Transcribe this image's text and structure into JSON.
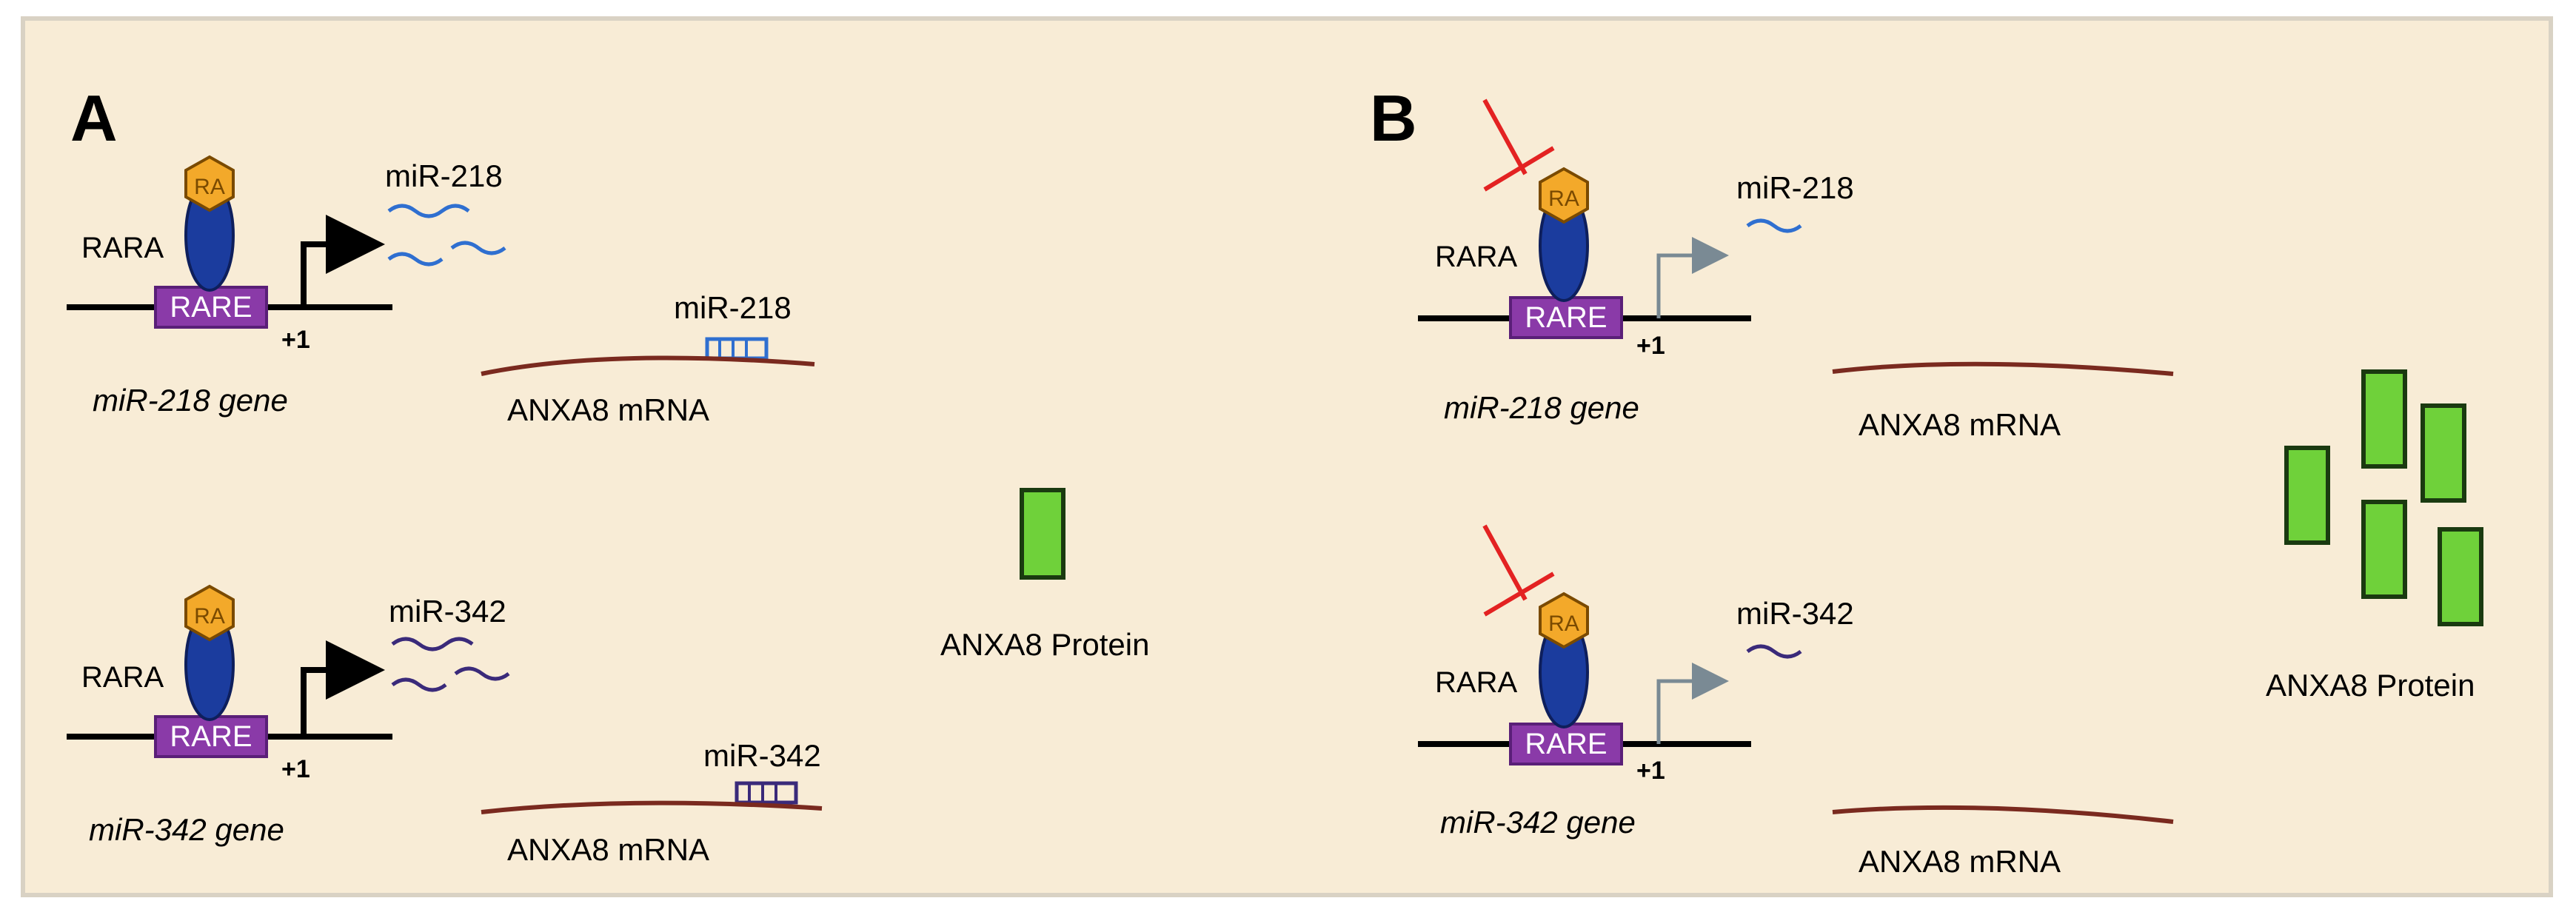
{
  "panels": {
    "A": {
      "letter": "A",
      "top": {
        "rara_label": "RARA",
        "ra_label": "RA",
        "rare_label": "RARE",
        "tss_label": "+1",
        "gene_label": "miR-218 gene",
        "mirna_label": "miR-218",
        "bound_mirna_label": "miR-218",
        "mrna_label": "ANXA8 mRNA"
      },
      "bottom": {
        "rara_label": "RARA",
        "ra_label": "RA",
        "rare_label": "RARE",
        "tss_label": "+1",
        "gene_label": "miR-342 gene",
        "mirna_label": "miR-342",
        "bound_mirna_label": "miR-342",
        "mrna_label": "ANXA8 mRNA"
      },
      "protein_label": "ANXA8 Protein"
    },
    "B": {
      "letter": "B",
      "top": {
        "rara_label": "RARA",
        "ra_label": "RA",
        "rare_label": "RARE",
        "tss_label": "+1",
        "gene_label": "miR-218 gene",
        "mirna_label": "miR-218",
        "mrna_label": "ANXA8 mRNA"
      },
      "bottom": {
        "rara_label": "RARA",
        "ra_label": "RA",
        "rare_label": "RARE",
        "tss_label": "+1",
        "gene_label": "miR-342 gene",
        "mirna_label": "miR-342",
        "mrna_label": "ANXA8 mRNA"
      },
      "protein_label": "ANXA8 Protein"
    }
  },
  "colors": {
    "background": "#f8ecd6",
    "rara": "#1b3c9e",
    "ra": "#f3a92a",
    "rare": "#8a3aa8",
    "mrna": "#7a2a1f",
    "mir218": "#2f6fd0",
    "mir342": "#3a2a7a",
    "protein": "#6fd13a",
    "inhibitor": "#e32222",
    "arrow_active": "#000000",
    "arrow_weak": "#7a8a94"
  }
}
